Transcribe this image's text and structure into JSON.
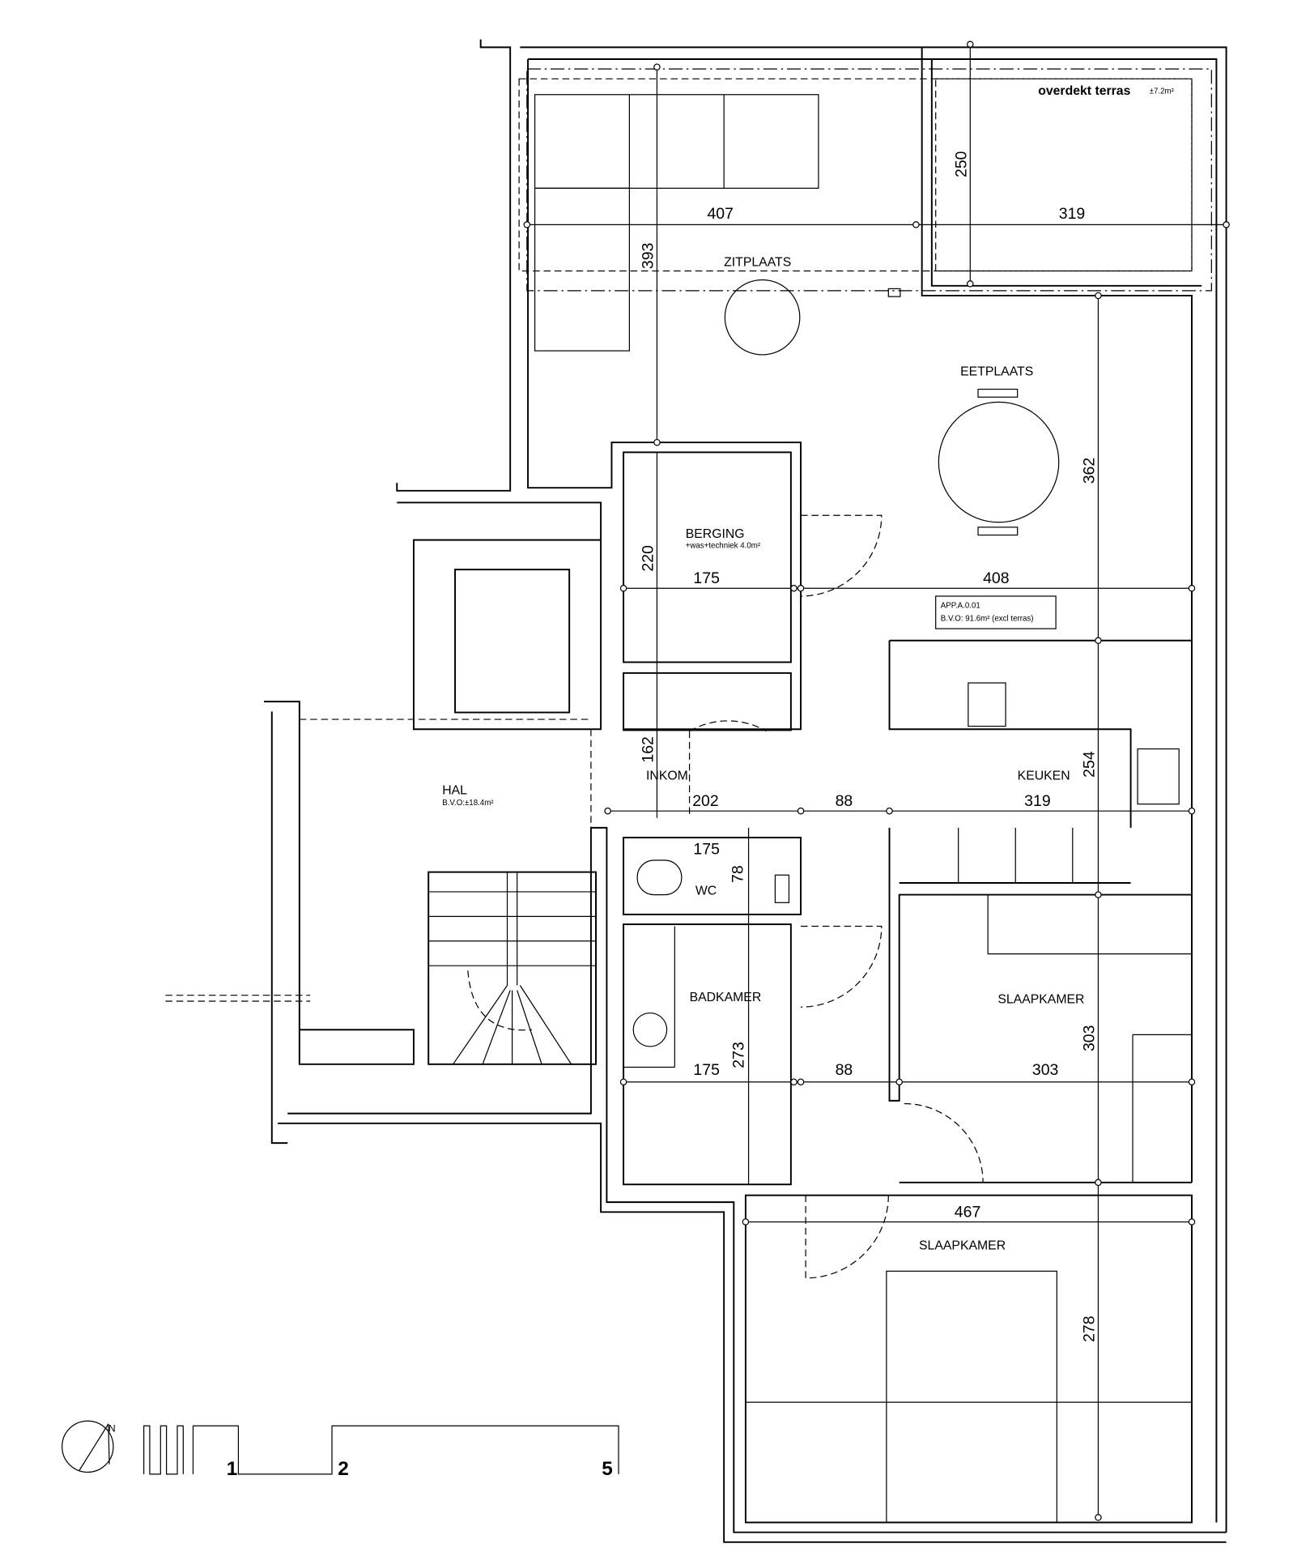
{
  "rooms": {
    "terrace": {
      "name": "overdekt terras",
      "area": "±7.2m²"
    },
    "zitplaats": "ZITPLAATS",
    "eetplaats": "EETPLAATS",
    "berging": {
      "name": "BERGING",
      "sub": "+was+techniek 4.0m²"
    },
    "inkom": "INKOM",
    "keuken": "KEUKEN",
    "hal": {
      "name": "HAL",
      "area": "B.V.O:±18.4m²"
    },
    "wc": "WC",
    "badkamer": "BADKAMER",
    "slaapkamer1": "SLAAPKAMER",
    "slaapkamer2": "SLAAPKAMER"
  },
  "info_box": {
    "line1": "APP.A.0.01",
    "line2": "B.V.O: 91.6m² (excl terras)"
  },
  "dimensions": {
    "terrace_depth": "250",
    "living_width": "407",
    "terrace_width": "319",
    "living_depth": "393",
    "dining_depth": "362",
    "berging_width": "175",
    "berging_depth": "220",
    "kitchen_row_width": "408",
    "inkom_depth": "162",
    "kitchen_depth": "254",
    "inkom_width": "202",
    "corridor_width": "88",
    "kitchen_width": "319",
    "wc_width": "175",
    "wc_depth": "78",
    "bath_width": "175",
    "bath_depth": "273",
    "corridor_width_2": "88",
    "bedroom1_width": "303",
    "bedroom1_depth": "303",
    "bedroom2_width": "467",
    "bedroom2_depth": "278"
  },
  "scale_bar": {
    "labels": [
      "1",
      "2",
      "5"
    ]
  },
  "north_label": "N"
}
